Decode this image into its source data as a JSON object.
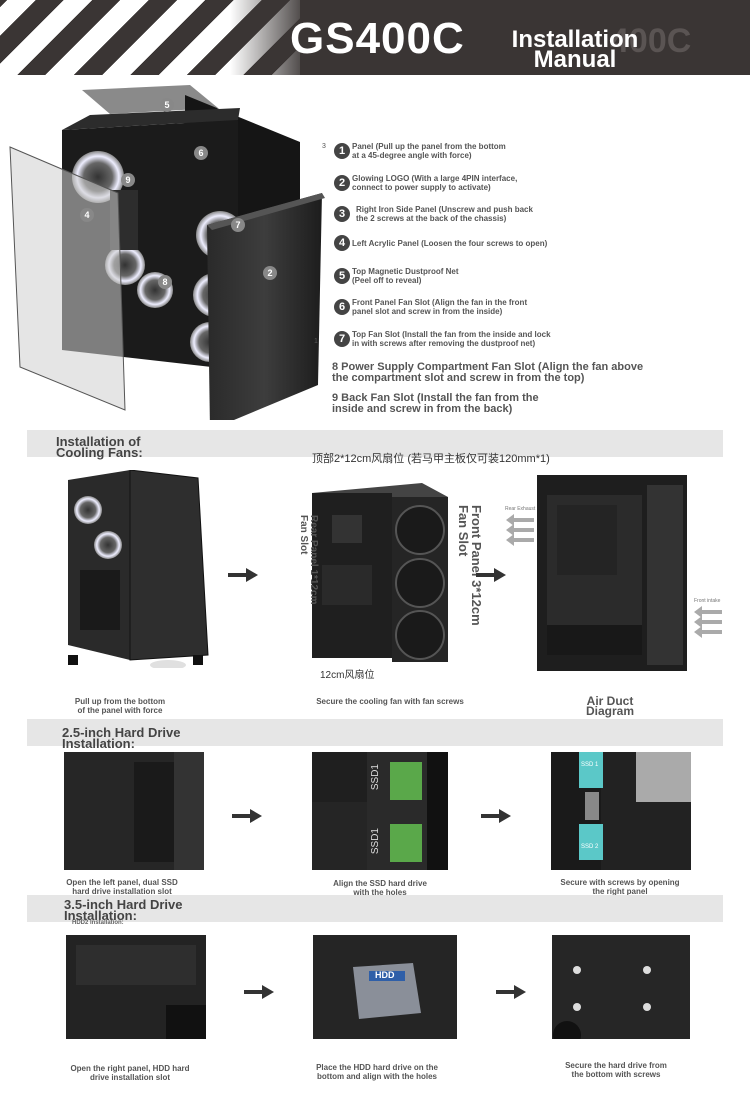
{
  "header": {
    "model": "GS400C",
    "title_line1": "Installation",
    "title_line2": "Manual",
    "ghost_text": "400C"
  },
  "callouts": [
    "5",
    "6",
    "9",
    "4",
    "7",
    "2",
    "8"
  ],
  "parts": [
    {
      "num": "1",
      "text": "Panel (Pull up the panel from the bottom\nat a 45-degree angle with force)"
    },
    {
      "num": "2",
      "text": "Glowing LOGO (With a large 4PIN interface,\nconnect to power supply to activate)"
    },
    {
      "num": "3",
      "text": "Right Iron Side Panel (Unscrew and push back\nthe 2 screws at the back of the chassis)"
    },
    {
      "num": "4",
      "text": "Left Acrylic Panel (Loosen the four screws to open)"
    },
    {
      "num": "5",
      "text": "Top Magnetic Dustproof Net\n(Peel off to reveal)"
    },
    {
      "num": "6",
      "text": "Front Panel Fan Slot (Align the fan in the front\npanel slot and screw in from the inside)"
    },
    {
      "num": "7",
      "text": "Top Fan Slot (Install the fan from the inside and lock\nin with screws after removing the dustproof net)"
    }
  ],
  "parts_extra": [
    "8 Power Supply Compartment Fan Slot (Align the fan above\n the compartment slot and screw in from the top)",
    "9 Back Fan Slot (Install the fan from the\n inside and screw in from the back)"
  ],
  "stray_marks": {
    "a": "3",
    "b": "1"
  },
  "cooling": {
    "title": "Installation of\n Cooling Fans:",
    "top_label": "顶部2*12cm风扇位 (若马甲主板仅可装120mm*1)",
    "rear_label": "Rear Panel 1*12cm\nFan Slot",
    "front_label": "Front Panel 3*12cm\nFan Slot",
    "bottom_label": "12cm风扇位",
    "air_top": "Rear Exhaust",
    "air_front": "Front intake",
    "captions": [
      "Pull up from the bottom\nof the panel with force",
      "Secure the cooling fan with fan screws",
      "Air Duct\nDiagram"
    ]
  },
  "ssd": {
    "title": "2.5-inch Hard Drive\n Installation:",
    "slot1": "SSD1",
    "slot2": "SSD1",
    "slot3": "SSD 1",
    "slot4": "SSD 2",
    "captions": [
      "Open the left panel, dual SSD\nhard drive installation slot",
      "Align the SSD hard drive\nwith the holes",
      "Secure with screws by opening\nthe right panel"
    ]
  },
  "hdd": {
    "title": "3.5-inch Hard Drive\n Installation:",
    "sub": "HDD2 Installation:",
    "label": "HDD",
    "captions": [
      "Open the right panel, HDD hard\ndrive installation slot",
      "Place the HDD hard drive on the\nbottom and align with the holes",
      "Secure the hard drive from\nthe bottom with screws"
    ]
  },
  "colors": {
    "header_bg": "#3a3534",
    "bar_bg": "#e6e6e6",
    "panel_dark": "#1e1e1e",
    "ssd_green": "#5aa84a",
    "ssd_cyan": "#5bc8c8"
  }
}
